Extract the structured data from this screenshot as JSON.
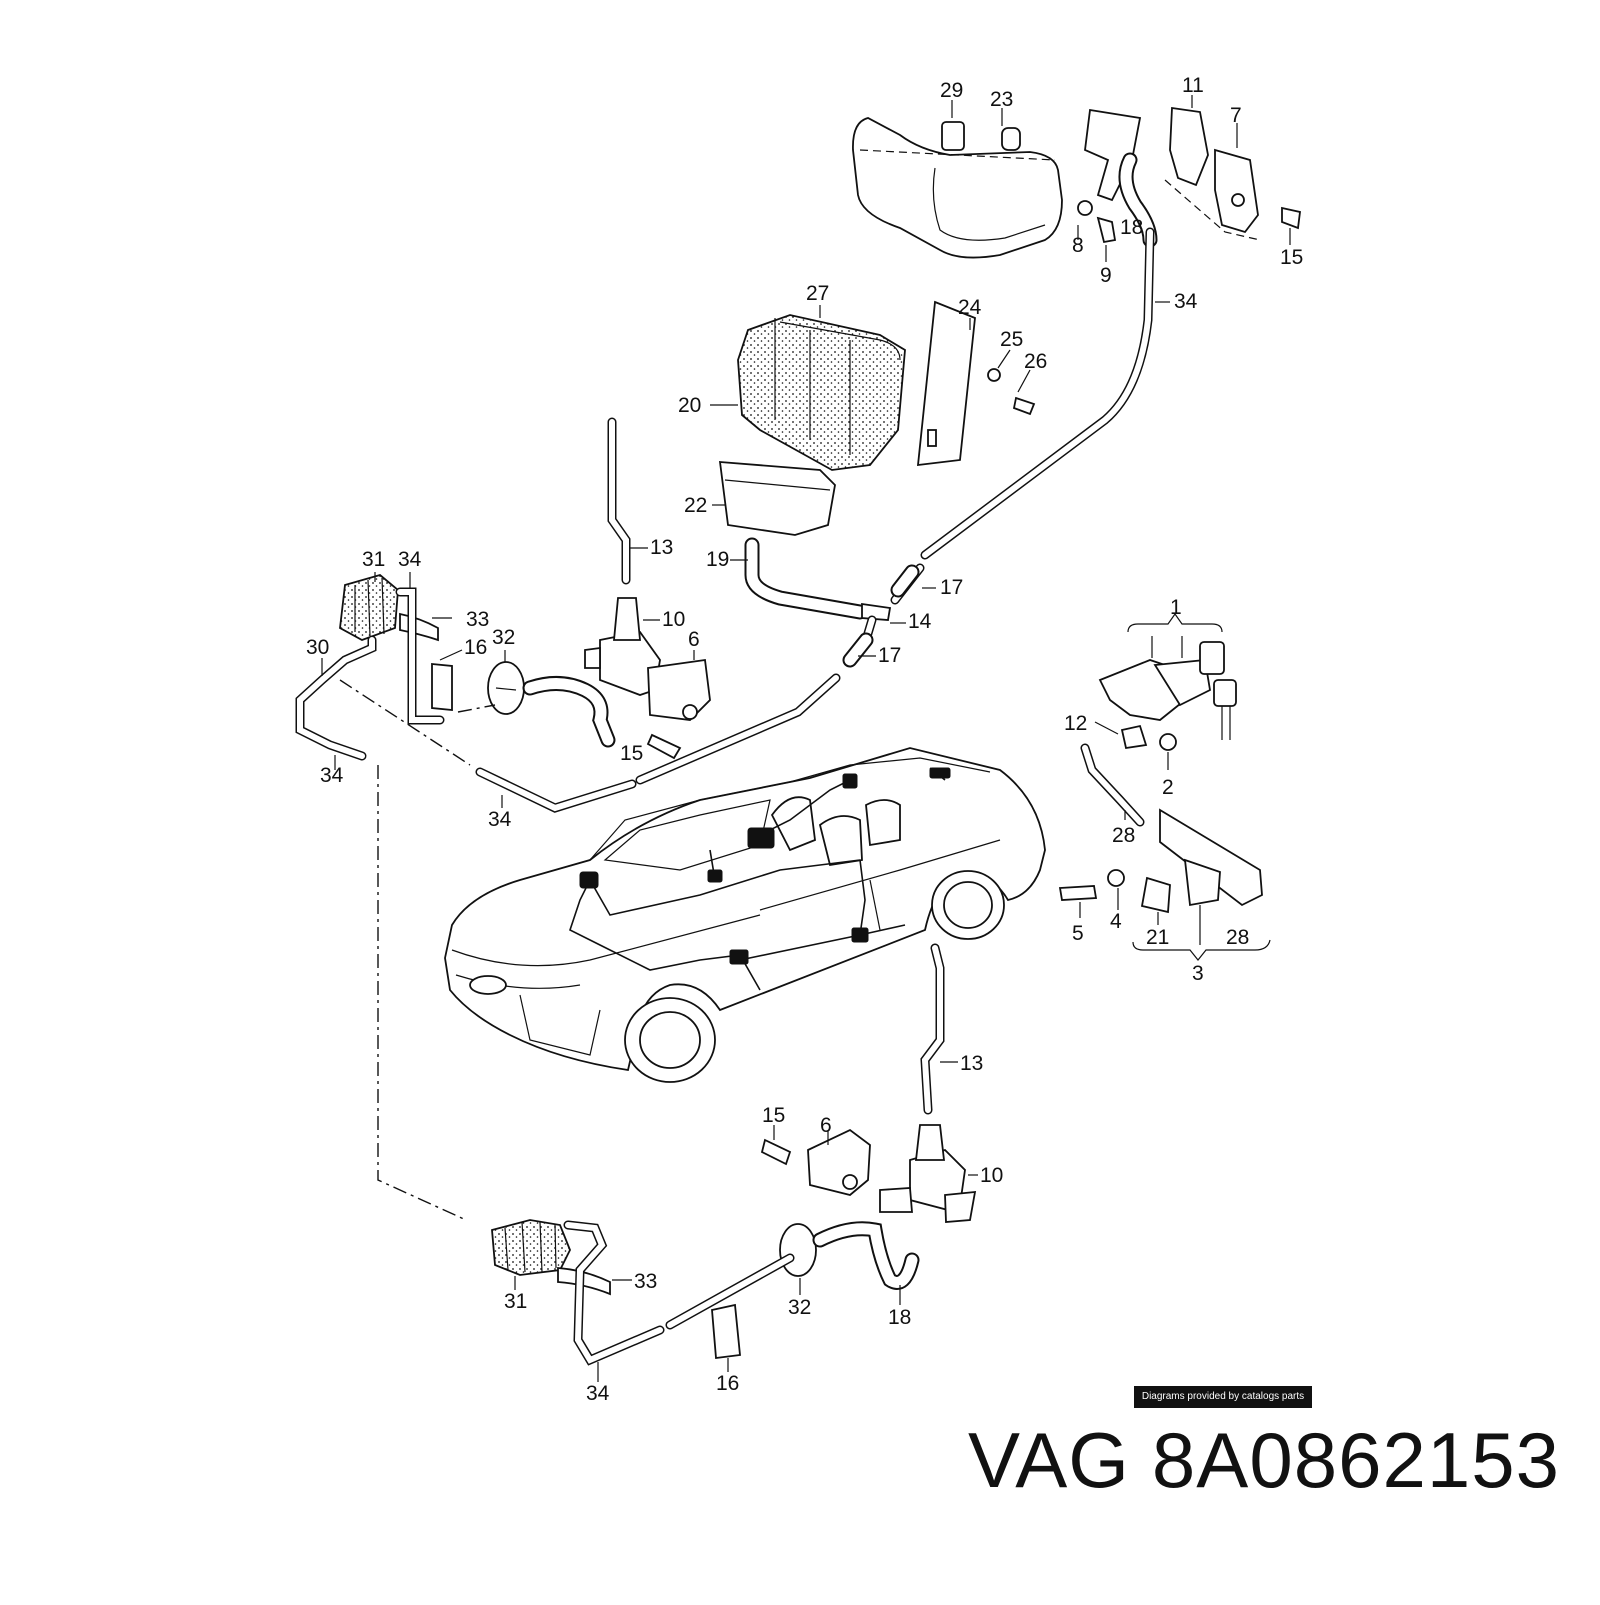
{
  "diagram": {
    "callouts": {
      "c29": "29",
      "c23": "23",
      "c11": "11",
      "c7": "7",
      "c8": "8",
      "c9": "9",
      "c18a": "18",
      "c15a": "15",
      "c34a": "34",
      "c27": "27",
      "c24": "24",
      "c25": "25",
      "c26": "26",
      "c20": "20",
      "c22": "22",
      "c13a": "13",
      "c19": "19",
      "c17a": "17",
      "c14": "14",
      "c17b": "17",
      "c31a": "31",
      "c34b": "34",
      "c33a": "33",
      "c30": "30",
      "c16a": "16",
      "c32a": "32",
      "c10a": "10",
      "c6a": "6",
      "c15b": "15",
      "c34c": "34",
      "c34d": "34",
      "c1": "1",
      "c12": "12",
      "c2": "2",
      "c28a": "28",
      "c5": "5",
      "c4": "4",
      "c21": "21",
      "c28b": "28",
      "c3": "3",
      "c13b": "13",
      "c15c": "15",
      "c6b": "6",
      "c10b": "10",
      "c31b": "31",
      "c33b": "33",
      "c32b": "32",
      "c18b": "18",
      "c34e": "34",
      "c16b": "16"
    },
    "watermark": "Diagrams provided by catalogs parts"
  },
  "part": {
    "brand": "VAG",
    "number": "8A0862153"
  }
}
